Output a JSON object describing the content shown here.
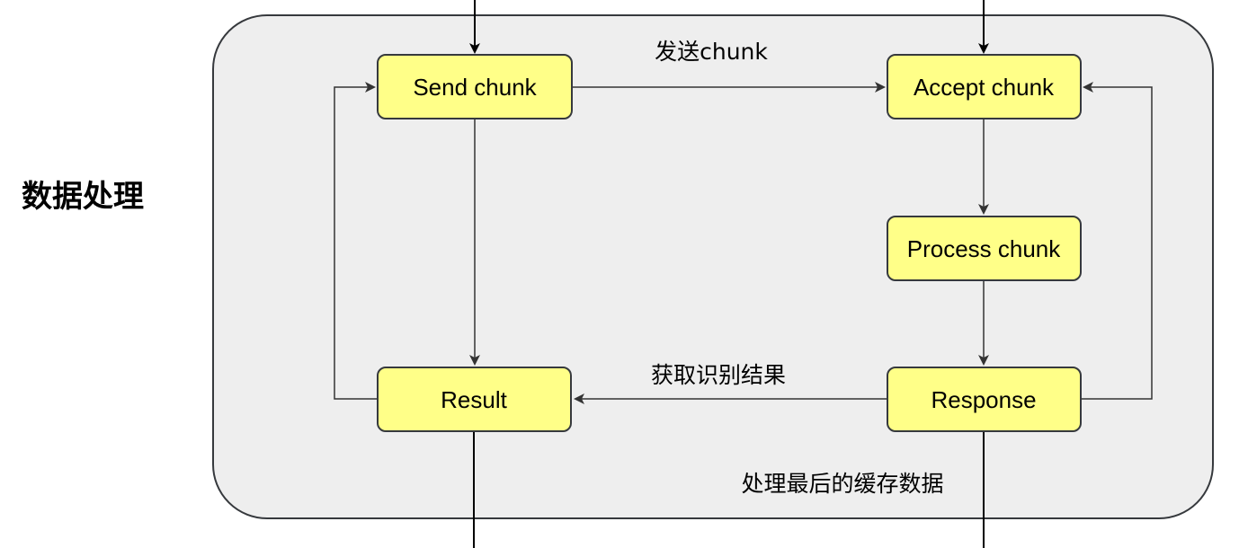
{
  "title": "数据处理",
  "nodes": {
    "send_chunk": "Send chunk",
    "accept_chunk": "Accept chunk",
    "process_chunk": "Process chunk",
    "response": "Response",
    "result": "Result"
  },
  "edge_labels": {
    "send": "发送chunk",
    "get_result": "获取识别结果",
    "flush": "处理最后的缓存数据"
  },
  "colors": {
    "node_fill": "#ffff88",
    "node_stroke": "#36393d",
    "container_fill": "#eeeeee",
    "container_stroke": "#36393d",
    "edge": "#333333"
  }
}
